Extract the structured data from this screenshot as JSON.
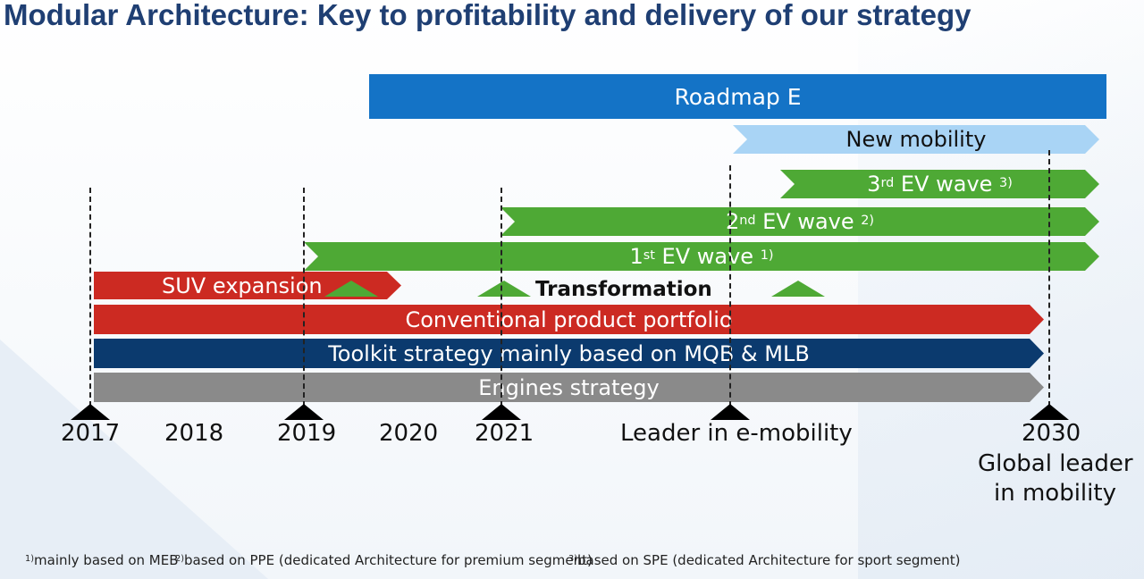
{
  "title": "Modular Architecture: Key to profitability and delivery of our strategy",
  "bars": {
    "roadmap_e": "Roadmap E",
    "new_mobility": "New mobility",
    "ev_wave_3": {
      "prefix": "3",
      "sup": "rd",
      "text": " EV wave ",
      "note": "3)"
    },
    "ev_wave_2": {
      "prefix": "2",
      "sup": "nd",
      "text": " EV wave ",
      "note": "2)"
    },
    "ev_wave_1": {
      "prefix": "1",
      "sup": "st",
      "text": " EV wave ",
      "note": "1)"
    },
    "suv_expansion": "SUV expansion",
    "transformation": "Transformation",
    "conventional": "Conventional product portfolio",
    "toolkit": "Toolkit strategy mainly based on MQB & MLB",
    "engines": "Engines strategy"
  },
  "timeline": {
    "y2017": "2017",
    "y2018": "2018",
    "y2019": "2019",
    "y2020": "2020",
    "y2021": "2021",
    "leader_emobility": "Leader in e-mobility",
    "y2030": "2030",
    "global_leader_line1": "Global leader",
    "global_leader_line2": "in mobility"
  },
  "footnotes": {
    "n1_mark": "1)",
    "n1_text": "mainly based on MEB",
    "n2_mark": "2)",
    "n2_text": "based on PPE (dedicated Architecture for premium segment)",
    "n3_mark": "3)",
    "n3_text": "based on SPE (dedicated Architecture for sport segment)"
  },
  "colors": {
    "dark_blue": "#0b3a6e",
    "blue": "#1473c6",
    "light_blue": "#a9d4f5",
    "green": "#4ea935",
    "red": "#cc2a22",
    "gray": "#8a8a8a"
  }
}
